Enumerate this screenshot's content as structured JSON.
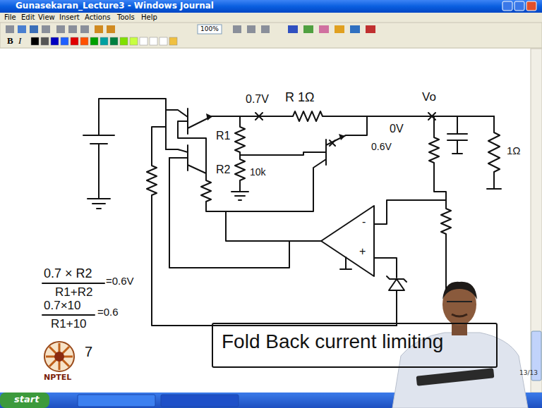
{
  "diagram": {
    "nodes": [
      {
        "text": [
          "Fold Back current limiting"
        ]
      }
    ],
    "labels": [
      "Gunasekaran_Lecture3 - Windows Journal",
      "File",
      "Edit",
      "View",
      "Insert",
      "Actions",
      "Tools",
      "Help",
      "100%",
      "B",
      "I",
      "0.7V",
      "R 1Ω",
      "Vo",
      "R1",
      "R2",
      "10k",
      "0.6V",
      "0V",
      "1Ω",
      "-",
      "+",
      "0.7 × R2",
      "R1+R2",
      "=0.6V",
      "0.7×10",
      "R1+10",
      "=0.6",
      "7",
      "13/13",
      "NPTEL",
      "start"
    ]
  }
}
